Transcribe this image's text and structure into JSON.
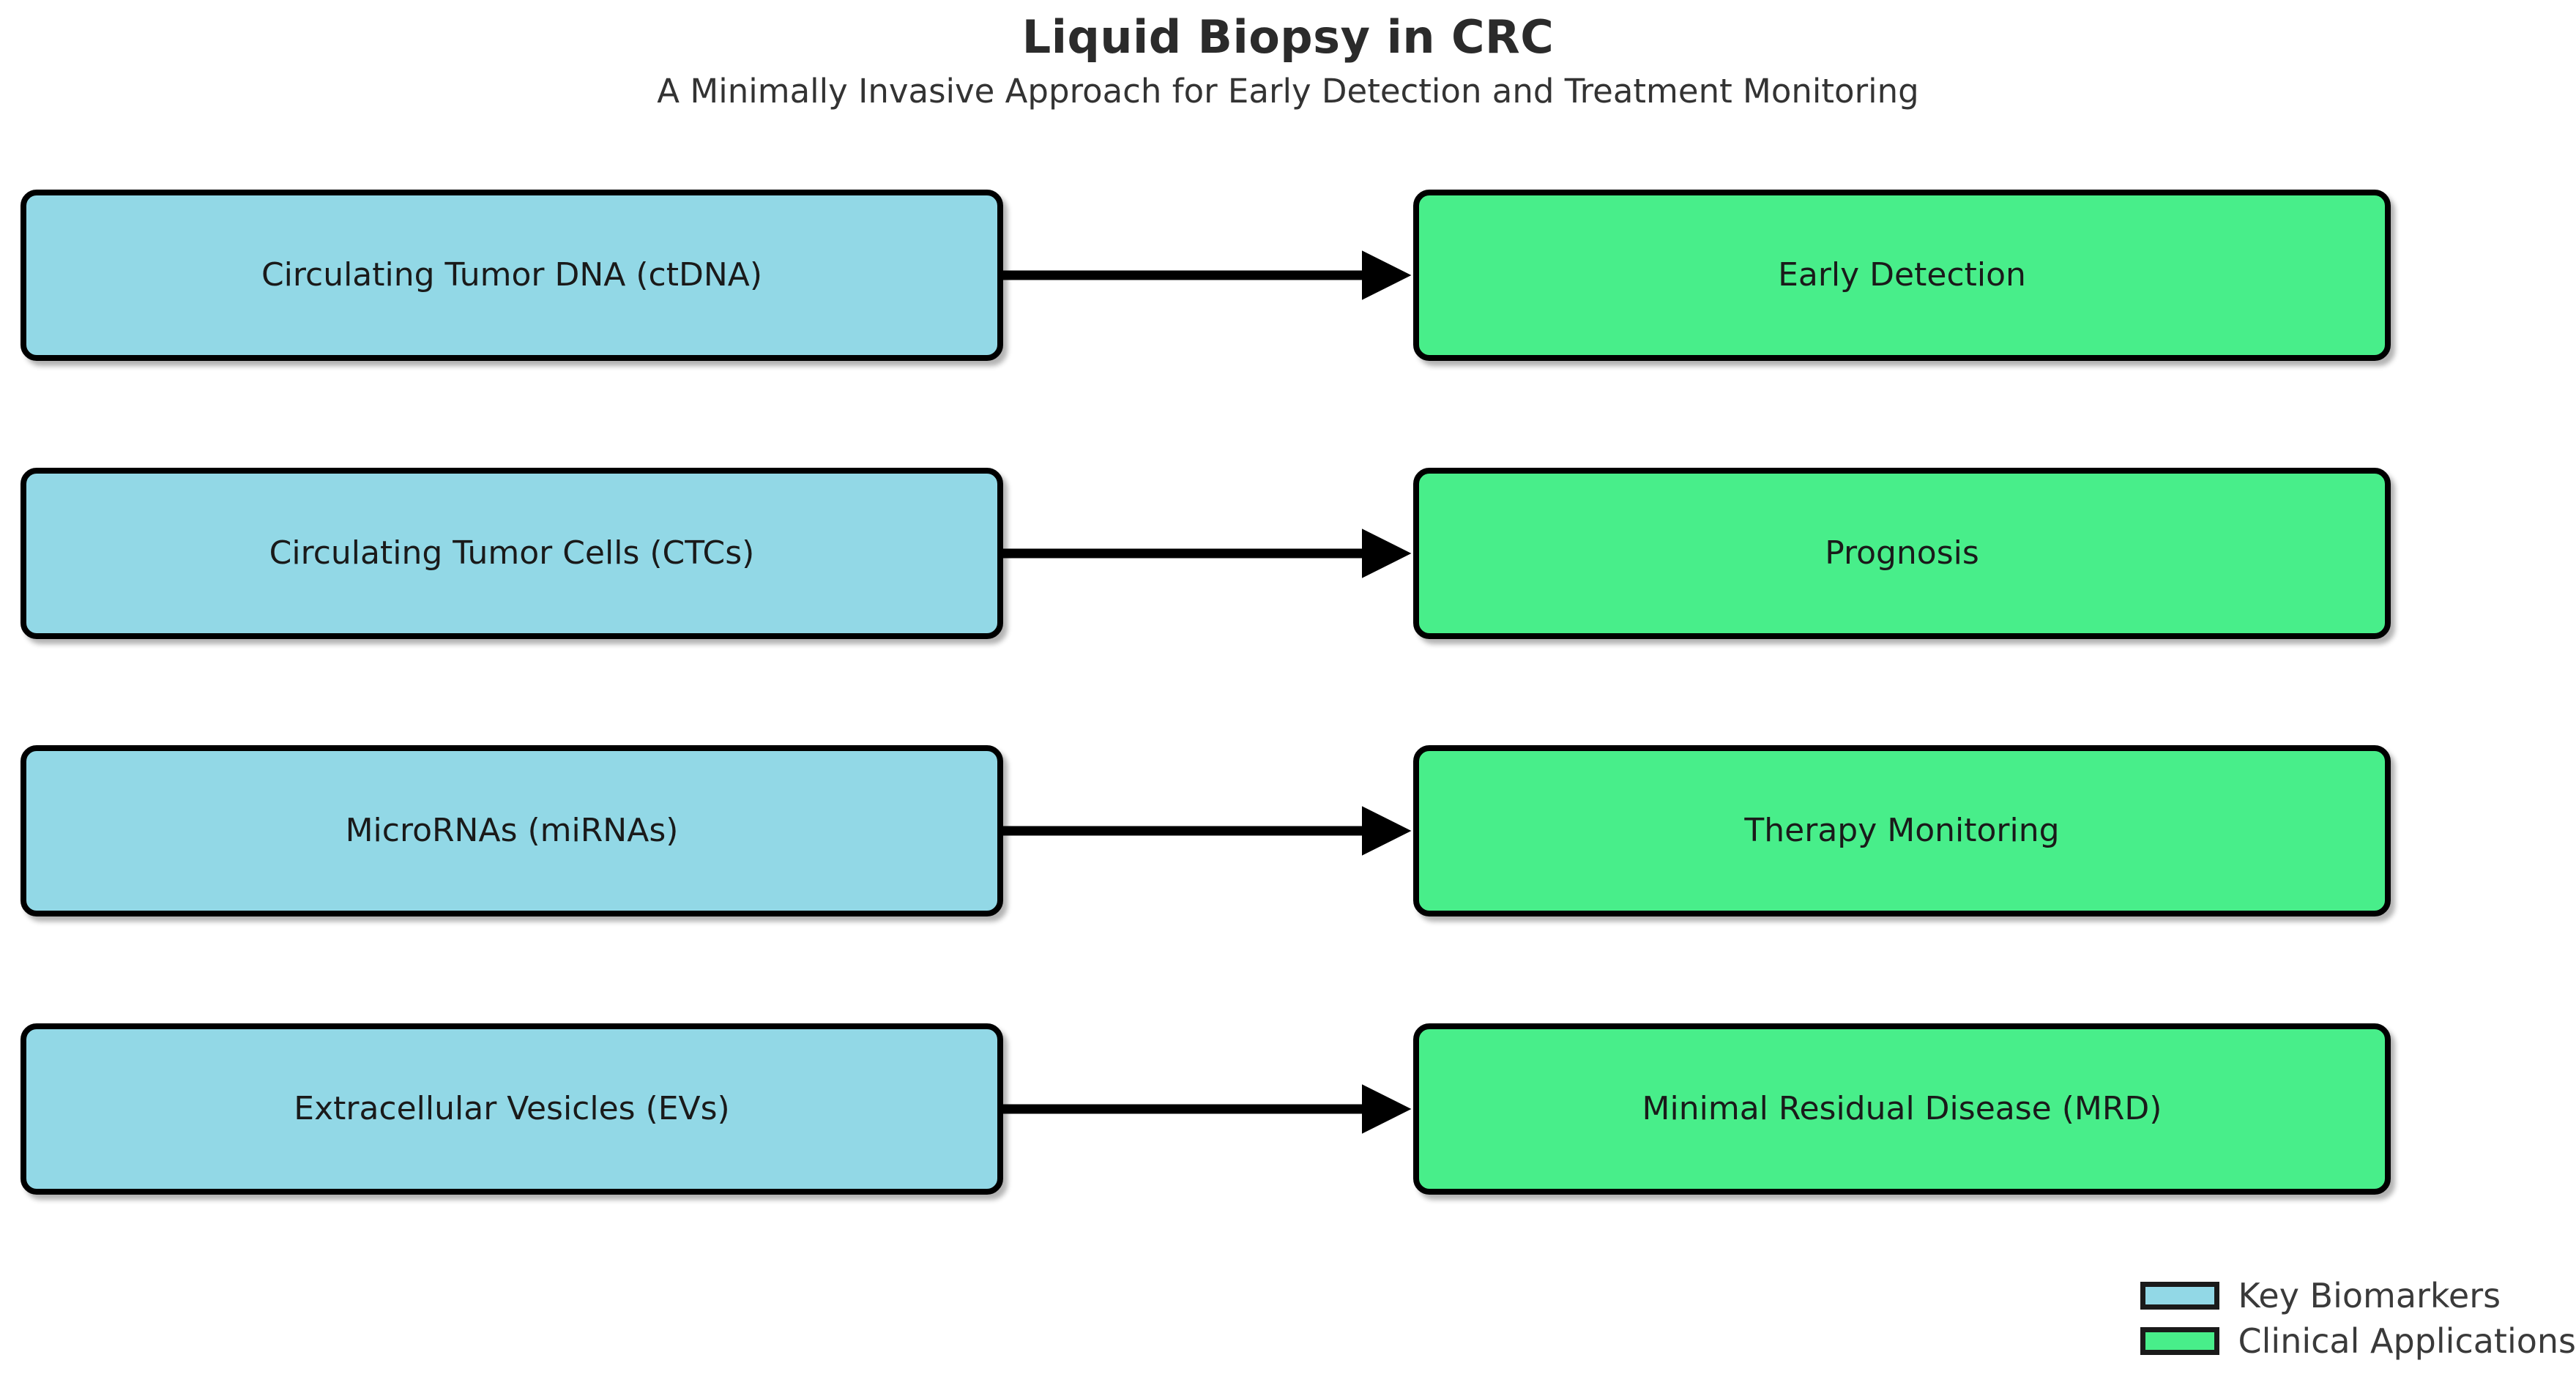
{
  "header": {
    "title": "Liquid Biopsy in CRC",
    "subtitle": "A Minimally Invasive Approach for Early Detection and Treatment Monitoring"
  },
  "colors": {
    "biomarker_fill": "#92D8E6",
    "application_fill": "#48EE8A",
    "border": "#000000",
    "background": "#FFFFFF",
    "title_text": "#2B2B2B",
    "node_text": "#1A1A1A",
    "legend_text": "#3A3A3A"
  },
  "legend": {
    "items": [
      {
        "label": "Key Biomarkers",
        "category": "biomarker"
      },
      {
        "label": "Clinical Applications",
        "category": "application"
      }
    ]
  },
  "chart_data": {
    "type": "diagram",
    "title": "Liquid Biopsy in CRC",
    "subtitle": "A Minimally Invasive Approach for Early Detection and Treatment Monitoring",
    "layout": "two-column flowchart, left-to-right arrows, 4 parallel rows",
    "groups": [
      {
        "name": "Key Biomarkers",
        "color": "#92D8E6",
        "column": "left"
      },
      {
        "name": "Clinical Applications",
        "color": "#48EE8A",
        "column": "right"
      }
    ],
    "nodes": [
      {
        "id": "ctdna",
        "label": "Circulating Tumor DNA (ctDNA)",
        "group": "Key Biomarkers",
        "row": 0,
        "column": "left"
      },
      {
        "id": "ctc",
        "label": "Circulating Tumor Cells (CTCs)",
        "group": "Key Biomarkers",
        "row": 1,
        "column": "left"
      },
      {
        "id": "mirna",
        "label": "MicroRNAs (miRNAs)",
        "group": "Key Biomarkers",
        "row": 2,
        "column": "left"
      },
      {
        "id": "ev",
        "label": "Extracellular Vesicles (EVs)",
        "group": "Key Biomarkers",
        "row": 3,
        "column": "left"
      },
      {
        "id": "early",
        "label": "Early Detection",
        "group": "Clinical Applications",
        "row": 0,
        "column": "right"
      },
      {
        "id": "prog",
        "label": "Prognosis",
        "group": "Clinical Applications",
        "row": 1,
        "column": "right"
      },
      {
        "id": "ther",
        "label": "Therapy Monitoring",
        "group": "Clinical Applications",
        "row": 2,
        "column": "right"
      },
      {
        "id": "mrd",
        "label": "Minimal Residual Disease (MRD)",
        "group": "Clinical Applications",
        "row": 3,
        "column": "right"
      }
    ],
    "edges": [
      {
        "from": "ctdna",
        "to": "early",
        "style": "solid-arrow",
        "label": ""
      },
      {
        "from": "ctc",
        "to": "prog",
        "style": "solid-arrow",
        "label": ""
      },
      {
        "from": "mirna",
        "to": "ther",
        "style": "solid-arrow",
        "label": ""
      },
      {
        "from": "ev",
        "to": "mrd",
        "style": "solid-arrow",
        "label": ""
      }
    ]
  }
}
